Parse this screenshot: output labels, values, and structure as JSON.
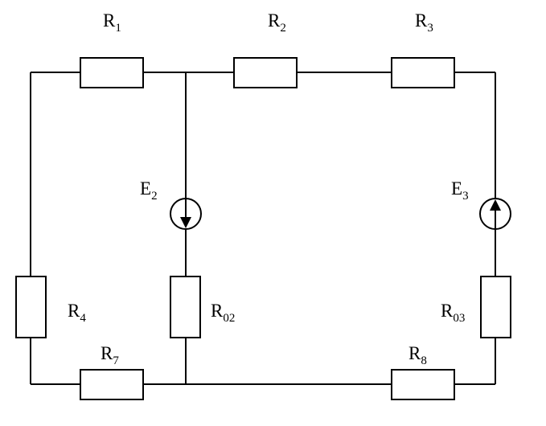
{
  "diagram": {
    "resistors": {
      "r1": {
        "main": "R",
        "sub": "1"
      },
      "r2": {
        "main": "R",
        "sub": "2"
      },
      "r3": {
        "main": "R",
        "sub": "3"
      },
      "r4": {
        "main": "R",
        "sub": "4"
      },
      "r7": {
        "main": "R",
        "sub": "7"
      },
      "r8": {
        "main": "R",
        "sub": "8"
      },
      "r02": {
        "main": "R",
        "sub": "02"
      },
      "r03": {
        "main": "R",
        "sub": "03"
      }
    },
    "sources": {
      "e2": {
        "main": "E",
        "sub": "2",
        "direction": "down"
      },
      "e3": {
        "main": "E",
        "sub": "3",
        "direction": "up"
      }
    }
  }
}
